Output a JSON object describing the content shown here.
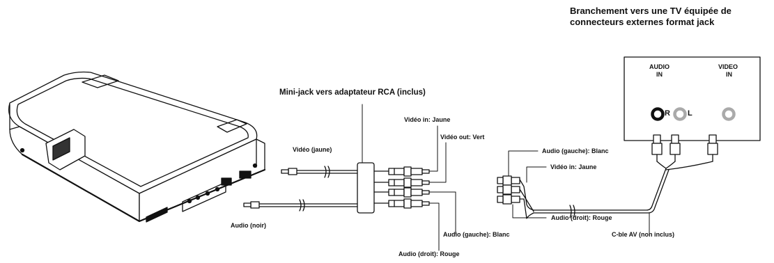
{
  "labels": {
    "adapter_title": "Mini-jack vers adaptateur RCA (inclus)",
    "tv_title_line1": "Branchement vers une TV équipée de",
    "tv_title_line2": "connecteurs externes format jack",
    "video_jaune": "Vidéo (jaune)",
    "audio_noir": "Audio (noir)",
    "video_in_jaune": "Vidéo in: Jaune",
    "video_out_vert": "Vidéo out: Vert",
    "audio_gauche_blanc": "Audio (gauche): Blanc",
    "audio_droit_rouge": "Audio (droit): Rouge",
    "tv_audio_gauche": "Audio (gauche): Blanc",
    "tv_video_in": "Vidéo in: Jaune",
    "tv_audio_droit": "Audio (droit): Rouge",
    "cable_av": "C-ble AV (non inclus)"
  },
  "tv_panel": {
    "audio_in_line1": "AUDIO",
    "audio_in_line2": "IN",
    "video_in_line1": "VIDEO",
    "video_in_line2": "IN",
    "right_channel": "R",
    "left_channel": "L"
  }
}
